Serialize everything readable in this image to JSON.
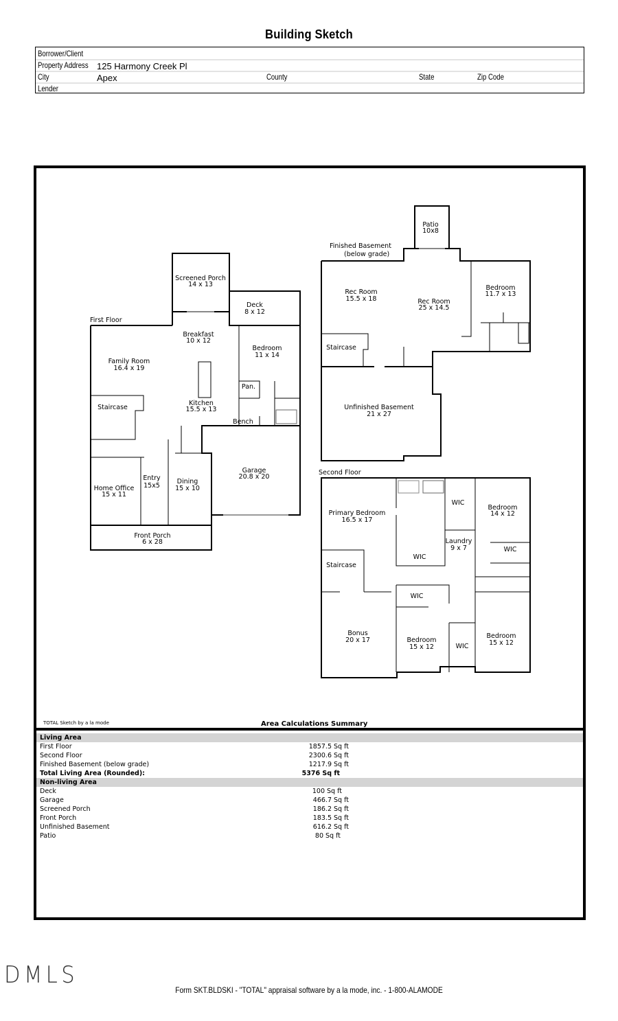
{
  "header": {
    "title": "Building Sketch",
    "fields": {
      "borrower_label": "Borrower/Client",
      "borrower_value": "",
      "address_label": "Property Address",
      "address_value": "125 Harmony Creek Pl",
      "city_label": "City",
      "city_value": "Apex",
      "county_label": "County",
      "state_label": "State",
      "zip_label": "Zip Code",
      "lender_label": "Lender"
    }
  },
  "sketch": {
    "first_floor": {
      "label": "First Floor",
      "rooms": [
        {
          "name": "Screened Porch",
          "dims": "14 x 13"
        },
        {
          "name": "Deck",
          "dims": "8 x 12"
        },
        {
          "name": "Breakfast",
          "dims": "10 x 12"
        },
        {
          "name": "Family Room",
          "dims": "16.4 x 19"
        },
        {
          "name": "Bedroom",
          "dims": "11 x 14"
        },
        {
          "name": "Pan.",
          "dims": ""
        },
        {
          "name": "Kitchen",
          "dims": "15.5 x 13"
        },
        {
          "name": "Staircase",
          "dims": ""
        },
        {
          "name": "Bench",
          "dims": ""
        },
        {
          "name": "Garage",
          "dims": "20.8 x 20"
        },
        {
          "name": "Entry",
          "dims": "15x5"
        },
        {
          "name": "Home Office",
          "dims": "15 x 11"
        },
        {
          "name": "Dining",
          "dims": "15 x 10"
        },
        {
          "name": "Front Porch",
          "dims": "6 x 28"
        }
      ]
    },
    "basement": {
      "label_line1": "Finished Basement",
      "label_line2": "(below grade)",
      "rooms": [
        {
          "name": "Patio",
          "dims": "10x8"
        },
        {
          "name": "Rec Room",
          "dims": "15.5 x 18"
        },
        {
          "name": "Rec Room",
          "dims": "25 x 14.5"
        },
        {
          "name": "Bedroom",
          "dims": "11.7 x 13"
        },
        {
          "name": "Staircase",
          "dims": ""
        },
        {
          "name": "Unfinished Basement",
          "dims": "21 x 27"
        }
      ]
    },
    "second_floor": {
      "label": "Second Floor",
      "rooms": [
        {
          "name": "Primary Bedroom",
          "dims": "16.5 x 17"
        },
        {
          "name": "WIC",
          "dims": ""
        },
        {
          "name": "Bedroom",
          "dims": "14 x 12"
        },
        {
          "name": "Laundry",
          "dims": "9 x 7"
        },
        {
          "name": "WIC",
          "dims": ""
        },
        {
          "name": "WIC",
          "dims": ""
        },
        {
          "name": "Staircase",
          "dims": ""
        },
        {
          "name": "WIC",
          "dims": ""
        },
        {
          "name": "Bonus",
          "dims": "20 x 17"
        },
        {
          "name": "Bedroom",
          "dims": "15 x 12"
        },
        {
          "name": "WIC",
          "dims": ""
        },
        {
          "name": "Bedroom",
          "dims": "15 x 12"
        }
      ]
    }
  },
  "summary": {
    "credit": "TOTAL Sketch by a la mode",
    "title": "Area Calculations Summary",
    "living_header": "Living Area",
    "living": [
      {
        "label": "First Floor",
        "value": "1857.5 Sq ft"
      },
      {
        "label": "Second Floor",
        "value": "2300.6 Sq ft"
      },
      {
        "label": "Finished Basement (below grade)",
        "value": "1217.9 Sq ft"
      }
    ],
    "total_label": "Total Living Area (Rounded):",
    "total_value": "5376 Sq ft",
    "nonliving_header": "Non-living Area",
    "nonliving": [
      {
        "label": "Deck",
        "value": "100 Sq ft"
      },
      {
        "label": "Garage",
        "value": "466.7 Sq ft"
      },
      {
        "label": "Screened Porch",
        "value": "186.2 Sq ft"
      },
      {
        "label": "Front Porch",
        "value": "183.5 Sq ft"
      },
      {
        "label": "Unfinished Basement",
        "value": "616.2 Sq ft"
      },
      {
        "label": "Patio",
        "value": "80 Sq ft"
      }
    ]
  },
  "branding": {
    "logo_text": "DMLS"
  },
  "footer": {
    "text": "Form SKT.BLDSKI - \"TOTAL\" appraisal software by a la mode, inc. - 1-800-ALAMODE"
  }
}
